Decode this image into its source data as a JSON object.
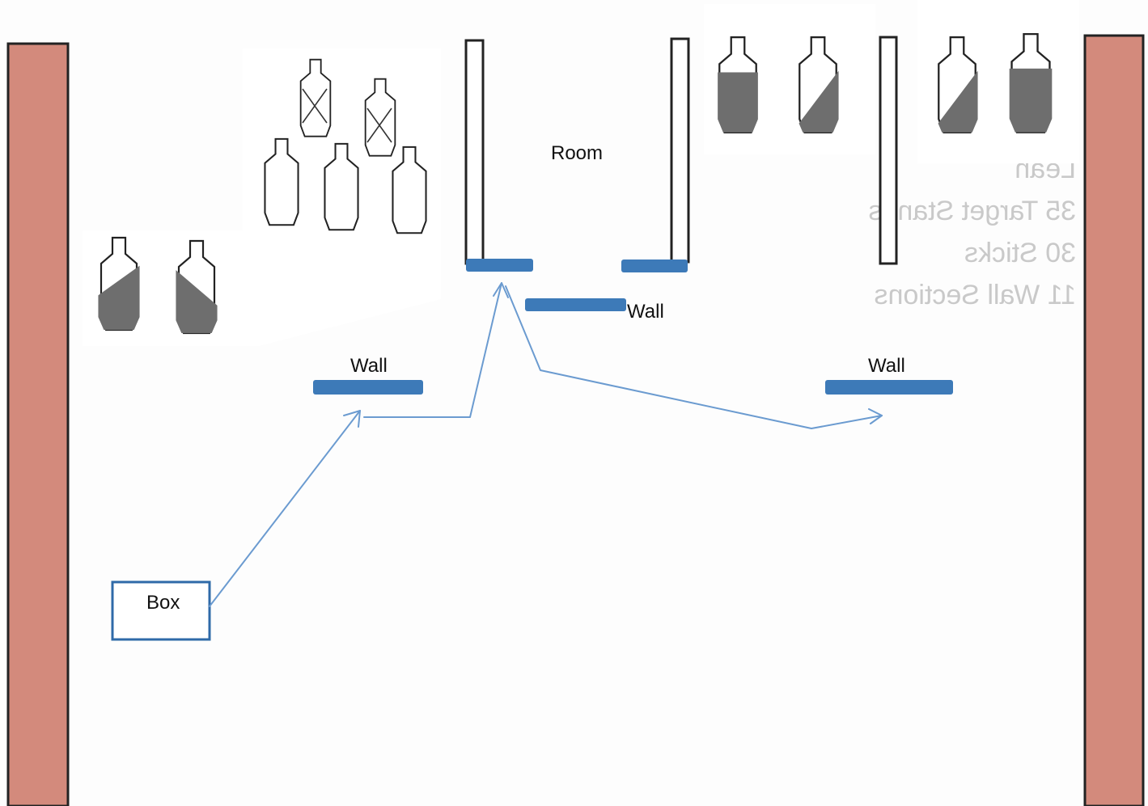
{
  "labels": {
    "room": "Room",
    "wall_center": "Wall",
    "wall_left": "Wall",
    "wall_right": "Wall",
    "box": "Box"
  },
  "bleed_through_text": {
    "line1": "Lean",
    "line2": "35 Target Stands",
    "line3": "30 Sticks",
    "line4": "11 Wall Sections"
  },
  "colors": {
    "berm": "#d38a7c",
    "wall": "#3d7ab8",
    "path": "#6b9bd0",
    "target_outline": "#222222",
    "target_fill": "#6e6e6e",
    "bleed": "#c9c9c9"
  },
  "icons": {
    "targets": "target-silhouette-icon",
    "route": "arrow-path-icon"
  }
}
